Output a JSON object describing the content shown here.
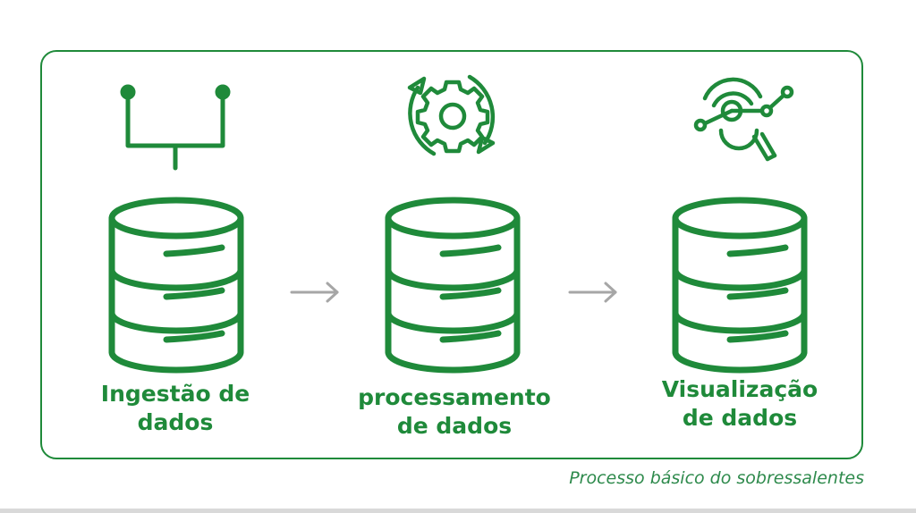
{
  "stages": [
    {
      "line1": "Ingestão de",
      "line2": "dados",
      "icon": "pipeline-icon"
    },
    {
      "line1": "processamento",
      "line2": "de dados",
      "icon": "gear-cycle-icon"
    },
    {
      "line1": "Visualização",
      "line2": "de dados",
      "icon": "analytics-search-icon"
    }
  ],
  "caption": "Processo básico do sobressalentes",
  "colors": {
    "accent": "#1f8a3a",
    "arrow": "#a6a6a6",
    "caption": "#2e8a4c",
    "background": "#ffffff"
  }
}
